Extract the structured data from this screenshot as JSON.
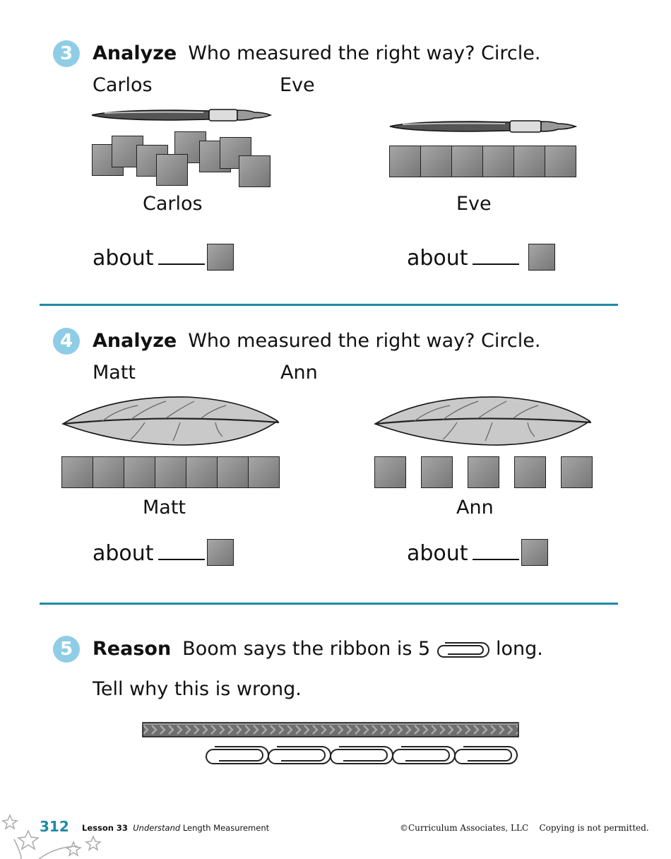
{
  "q3": {
    "number": "3",
    "keyword": "Analyze",
    "prompt": "Who measured the right way? Circle.",
    "name_left": "Carlos",
    "name_right": "Eve",
    "label_left": "Carlos",
    "label_right": "Eve",
    "about": "about"
  },
  "q4": {
    "number": "4",
    "keyword": "Analyze",
    "prompt": "Who measured the right way? Circle.",
    "name_left": "Matt",
    "name_right": "Ann",
    "label_left": "Matt",
    "label_right": "Ann",
    "about": "about"
  },
  "q5": {
    "number": "5",
    "keyword": "Reason",
    "prompt_before": "Boom says the ribbon is 5",
    "prompt_after": "long.",
    "line2": "Tell why this is wrong."
  },
  "footer": {
    "page_number": "312",
    "lesson_label": "Lesson 33",
    "lesson_italic": "Understand",
    "lesson_rest": "Length Measurement",
    "copyright": "©Curriculum Associates, LLC    Copying is not permitted."
  },
  "colors": {
    "accent": "#1f8aa8",
    "badge": "#8fcde6",
    "tile": "#8a8a8a"
  }
}
